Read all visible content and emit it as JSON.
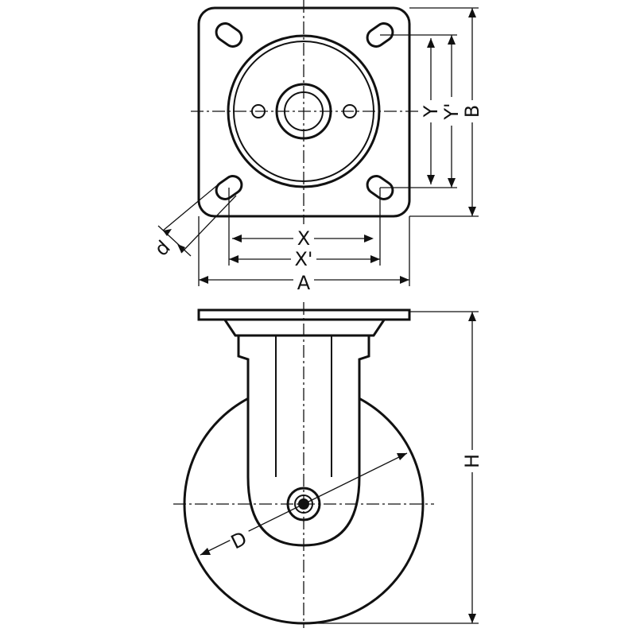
{
  "dimension_labels": {
    "overall_width": "A",
    "overall_depth": "B",
    "hole_pitch_x": "X",
    "hole_pitch_x_long": "X'",
    "hole_pitch_y": "Y",
    "hole_pitch_y_long": "Y'",
    "bolt_hole": "d",
    "wheel_diameter": "D",
    "overall_height": "H"
  }
}
